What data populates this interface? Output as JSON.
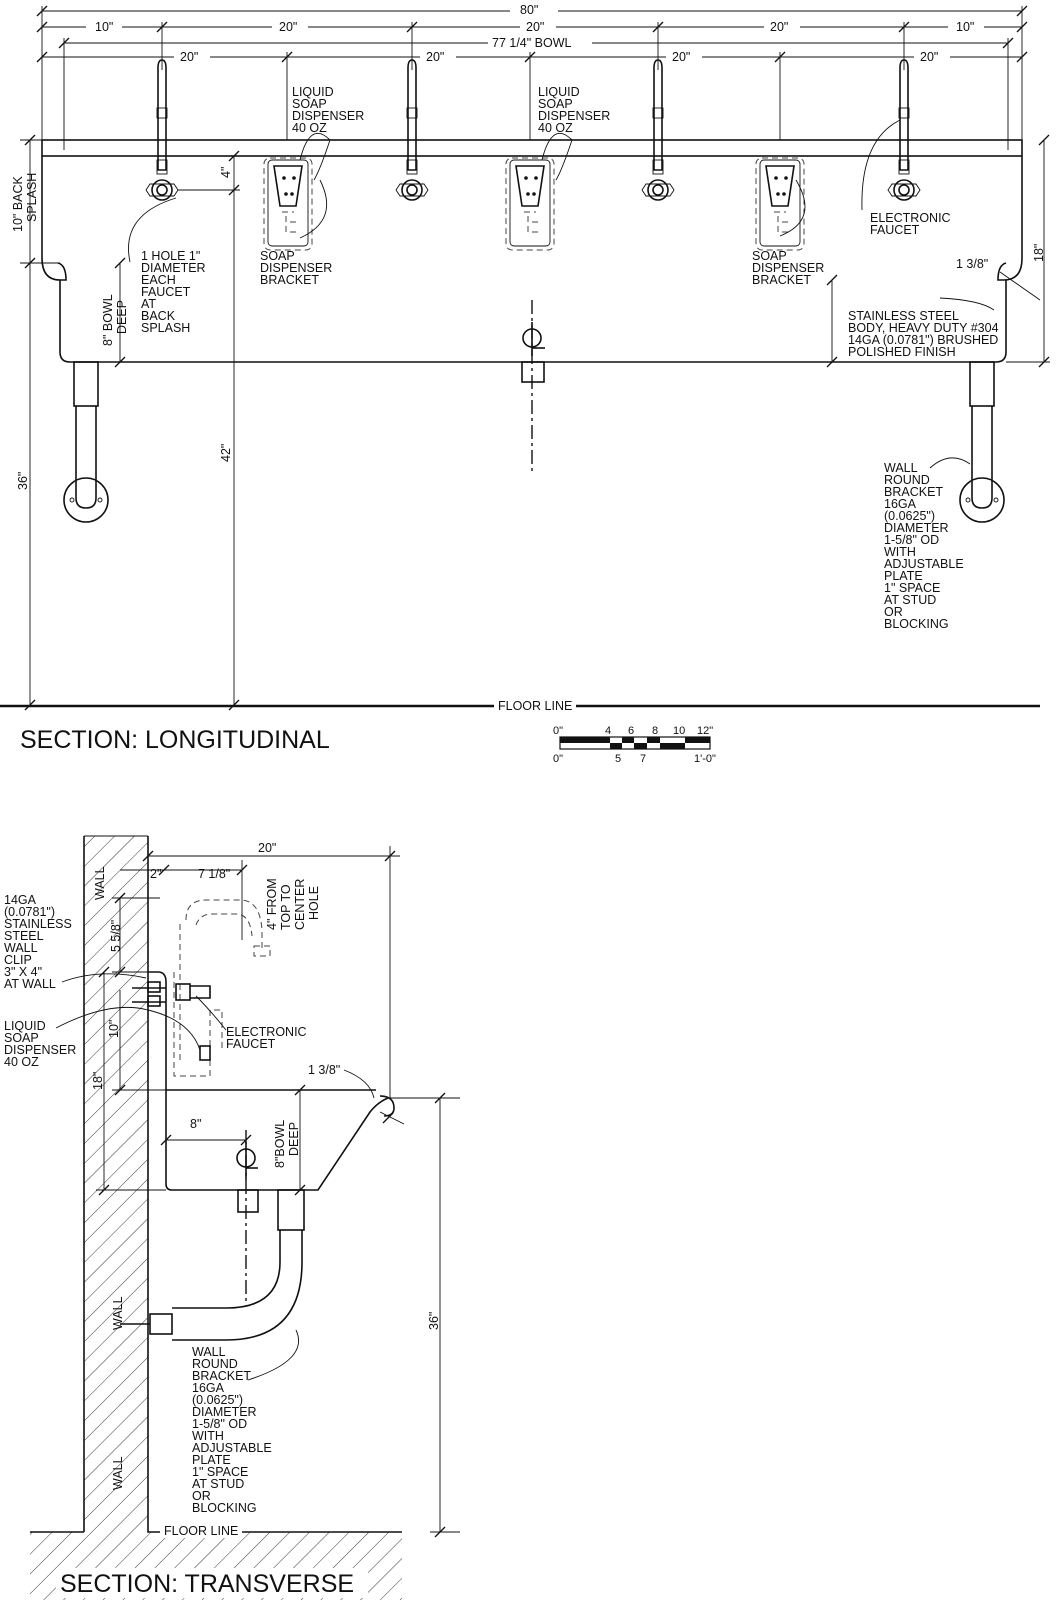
{
  "long": {
    "dim_80": "80\"",
    "dim_10a": "10\"",
    "dim_20a": "20\"",
    "dim_20b": "20\"",
    "dim_20c": "20\"",
    "dim_10b": "10\"",
    "dim_bowl": "77 1/4\" BOWL",
    "dim_20d": "20\"",
    "dim_20e": "20\"",
    "dim_20f": "20\"",
    "dim_20g": "20\"",
    "dim_4": "4\"",
    "dim_10back": [
      "10\" BACK",
      "SPLASH"
    ],
    "dim_8bowl": [
      "8\" BOWL",
      "DEEP"
    ],
    "dim_18": "18\"",
    "dim_138": "1 3/8\"",
    "dim_42": "42\"",
    "dim_36": "36\"",
    "lbl_soap1": [
      "LIQUID",
      "SOAP",
      "DISPENSER",
      "40 OZ"
    ],
    "lbl_soap2": [
      "LIQUID",
      "SOAP",
      "DISPENSER",
      "40 OZ"
    ],
    "lbl_faucet": [
      "ELECTRONIC",
      "FAUCET"
    ],
    "lbl_hole": [
      "1 HOLE 1\"",
      "DIAMETER",
      "EACH",
      "FAUCET",
      "AT",
      "BACK",
      "SPLASH"
    ],
    "lbl_bracket1": [
      "SOAP",
      "DISPENSER",
      "BRACKET"
    ],
    "lbl_bracket2": [
      "SOAP",
      "DISPENSER",
      "BRACKET"
    ],
    "lbl_steel": [
      "STAINLESS STEEL",
      "BODY, HEAVY DUTY #304",
      "14GA (0.0781\") BRUSHED",
      "POLISHED FINISH"
    ],
    "lbl_wallbracket": [
      "WALL",
      "ROUND",
      "BRACKET",
      "16GA",
      "(0.0625\")",
      "DIAMETER",
      "1-5/8\" OD",
      "WITH",
      "ADJUSTABLE",
      "PLATE",
      "1\" SPACE",
      "AT STUD",
      "OR",
      "BLOCKING"
    ],
    "floor_line": "FLOOR LINE",
    "title": "SECTION: LONGITUDINAL"
  },
  "scale": {
    "top": [
      "0\"",
      "4",
      "6",
      "8",
      "10",
      "12\""
    ],
    "bottom": [
      "0\"",
      "5",
      "7",
      "1'-0\""
    ]
  },
  "trans": {
    "dim_20": "20\"",
    "dim_2": "2\"",
    "dim_718": "7 1/8\"",
    "dim_4from": [
      "4\" FROM",
      "TOP TO",
      "CENTER",
      "HOLE"
    ],
    "dim_558": "5 5/8\"",
    "dim_10": "10\"",
    "dim_18": "18\"",
    "dim_8": "8\"",
    "dim_8bowl": [
      "8\"BOWL",
      "DEEP"
    ],
    "dim_138": "1 3/8\"",
    "dim_36": "36\"",
    "wall_top": "WALL",
    "wall_mid": "WALL",
    "wall_bot": "WALL",
    "lbl_clip": [
      "14GA",
      "(0.0781\")",
      "STAINLESS",
      "STEEL",
      "WALL",
      "CLIP",
      "3\" X 4\"",
      "AT WALL"
    ],
    "lbl_soap": [
      "LIQUID",
      "SOAP",
      "DISPENSER",
      "40 OZ"
    ],
    "lbl_faucet": [
      "ELECTRONIC",
      "FAUCET"
    ],
    "lbl_bracket": [
      "WALL",
      "ROUND",
      "BRACKET",
      "16GA",
      "(0.0625\")",
      "DIAMETER",
      "1-5/8\" OD",
      "WITH",
      "ADJUSTABLE",
      "PLATE",
      "1\" SPACE",
      "AT STUD",
      "OR",
      "BLOCKING"
    ],
    "floor_line": "FLOOR LINE",
    "title": "SECTION: TRANSVERSE"
  }
}
